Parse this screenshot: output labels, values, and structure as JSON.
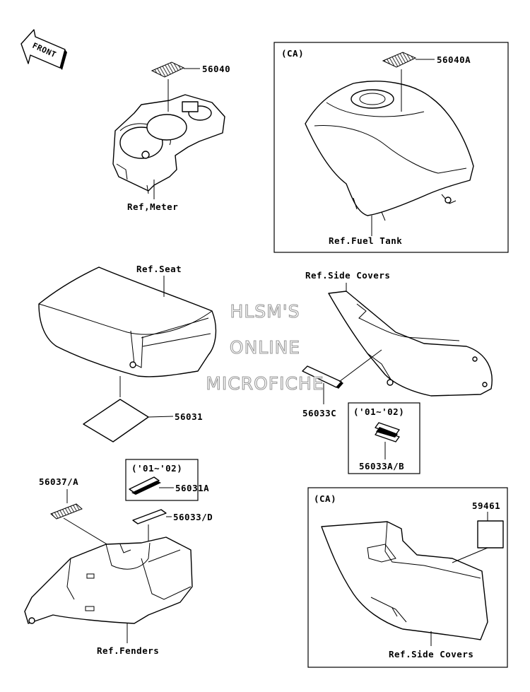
{
  "front_marker": "FRONT",
  "watermark": [
    "HLSM'S",
    "ONLINE",
    "MICROFICHE"
  ],
  "groups": {
    "ca_top": "(CA)",
    "ca_bottom": "(CA)",
    "year_mid": "('01~'02)",
    "year_left": "('01~'02)"
  },
  "parts": {
    "p56040": "56040",
    "p56040a": "56040A",
    "p56031": "56031",
    "p56033c": "56033C",
    "p56033ab": "56033A/B",
    "p56037a": "56037/A",
    "p56031a": "56031A",
    "p56033d": "56033/D",
    "p59461": "59461"
  },
  "refs": {
    "meter": "Ref,Meter",
    "fuel_tank": "Ref.Fuel Tank",
    "seat": "Ref.Seat",
    "side_covers_top": "Ref.Side Covers",
    "fenders": "Ref.Fenders",
    "side_covers_bottom": "Ref.Side Covers"
  }
}
